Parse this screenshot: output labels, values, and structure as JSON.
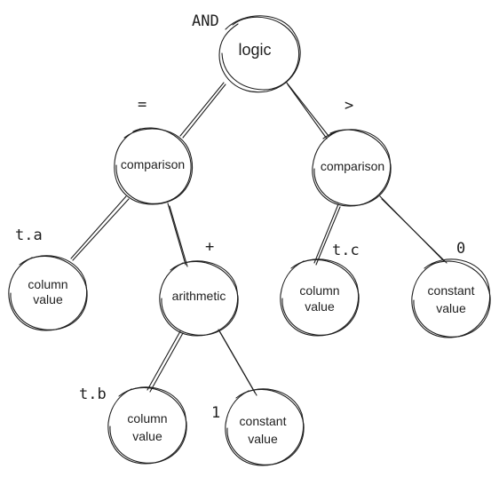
{
  "nodes": {
    "logic": {
      "type_label": "logic",
      "operator": "AND"
    },
    "comparison_left": {
      "type_label": "comparison",
      "operator": "="
    },
    "comparison_right": {
      "type_label": "comparison",
      "operator": ">"
    },
    "column_a": {
      "line1": "column",
      "line2": "value",
      "operator": "t.a"
    },
    "arithmetic": {
      "type_label": "arithmetic",
      "operator": "+"
    },
    "column_c": {
      "line1": "column",
      "line2": "value",
      "operator": "t.c"
    },
    "constant_0": {
      "line1": "constant",
      "line2": "value",
      "operator": "0"
    },
    "column_b": {
      "line1": "column",
      "line2": "value",
      "operator": "t.b"
    },
    "constant_1": {
      "line1": "constant",
      "line2": "value",
      "operator": "1"
    }
  }
}
